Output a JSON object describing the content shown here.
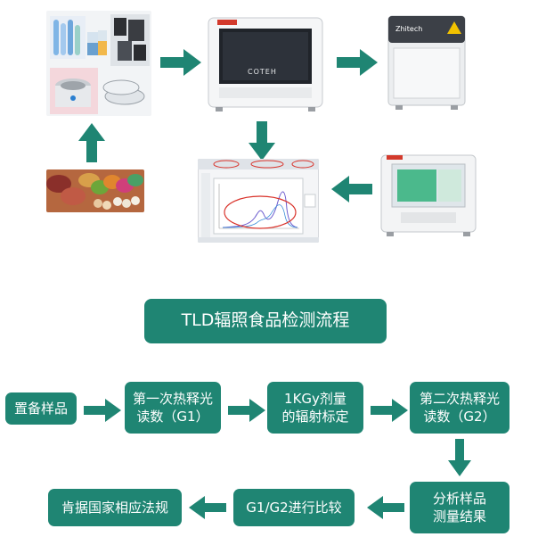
{
  "title": "TLD辐照食品检测流程",
  "steps": {
    "prepare": "置备样品",
    "first_read": "第一次热释光\n读数（G1）",
    "calibration": "1KGy剂量\n的辐射标定",
    "second_read": "第二次热释光\n读数（G2）",
    "analyze": "分析样品\n测量结果",
    "compare": "G1/G2进行比较",
    "conclude": "肯据国家相应法规"
  },
  "devices": {
    "reader_brand": "COTEH",
    "irradiator_brand": "Zhitech"
  },
  "colors": {
    "box_fill": "#1f8573",
    "arrow_fill": "#1f8573",
    "curve_outline": "#d9322a"
  }
}
